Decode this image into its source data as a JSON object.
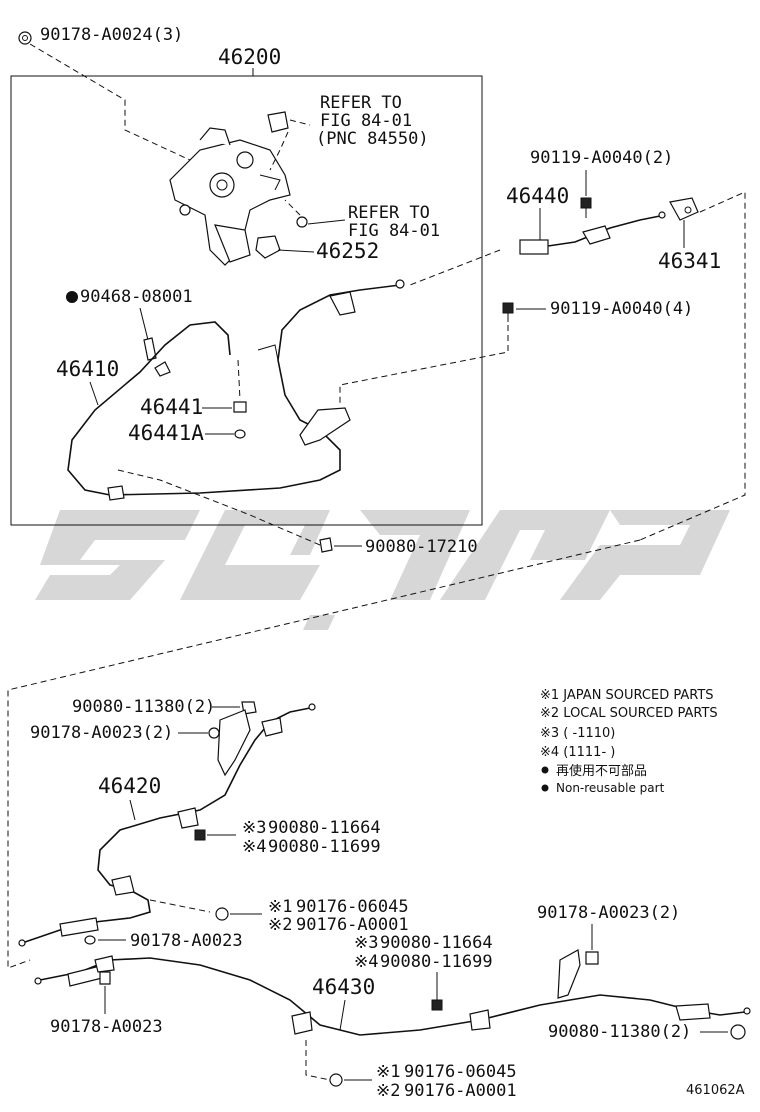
{
  "diagram": {
    "id": "461062A",
    "box_label": "46200",
    "refer_1": [
      "REFER TO",
      "FIG 84-01",
      "(PNC 84550)"
    ],
    "refer_2": [
      "REFER TO",
      "FIG 84-01"
    ],
    "labels": {
      "p_90178_A0024": "90178-A0024(3)",
      "p_46252": "46252",
      "p_90119_A0040_2": "90119-A0040(2)",
      "p_46440": "46440",
      "p_46341": "46341",
      "p_90468": "90468-08001",
      "p_90119_A0040_4": "90119-A0040(4)",
      "p_46410": "46410",
      "p_46441": "46441",
      "p_46441A": "46441A",
      "p_90080_17210": "90080-17210",
      "p_90080_11380_a": "90080-11380(2)",
      "p_90178_A0023_2a": "90178-A0023(2)",
      "p_46420": "46420",
      "p_90080_11664_a": "90080-11664",
      "p_90080_11699_a": "90080-11699",
      "p_90176_06045_a": "90176-06045",
      "p_90176_A0001_a": "90176-A0001",
      "p_90178_A0023_a": "90178-A0023",
      "p_90178_A0023_b": "90178-A0023",
      "p_90080_11664_b": "90080-11664",
      "p_90080_11699_b": "90080-11699",
      "p_46430": "46430",
      "p_90178_A0023_2b": "90178-A0023(2)",
      "p_90080_11380_b": "90080-11380(2)",
      "p_90176_06045_b": "90176-06045",
      "p_90176_A0001_b": "90176-A0001"
    },
    "marks": {
      "m1": "※1",
      "m2": "※2",
      "m3": "※3",
      "m4": "※4"
    },
    "legend": {
      "l1": "※1 JAPAN SOURCED PARTS",
      "l2": "※2 LOCAL SOURCED PARTS",
      "l3": "※3 (    -1110)",
      "l4": "※4 (1111-    )",
      "l5": "再使用不可部品",
      "l6": "Non-reusable part"
    },
    "watermark_color": "#c9c9c9"
  }
}
